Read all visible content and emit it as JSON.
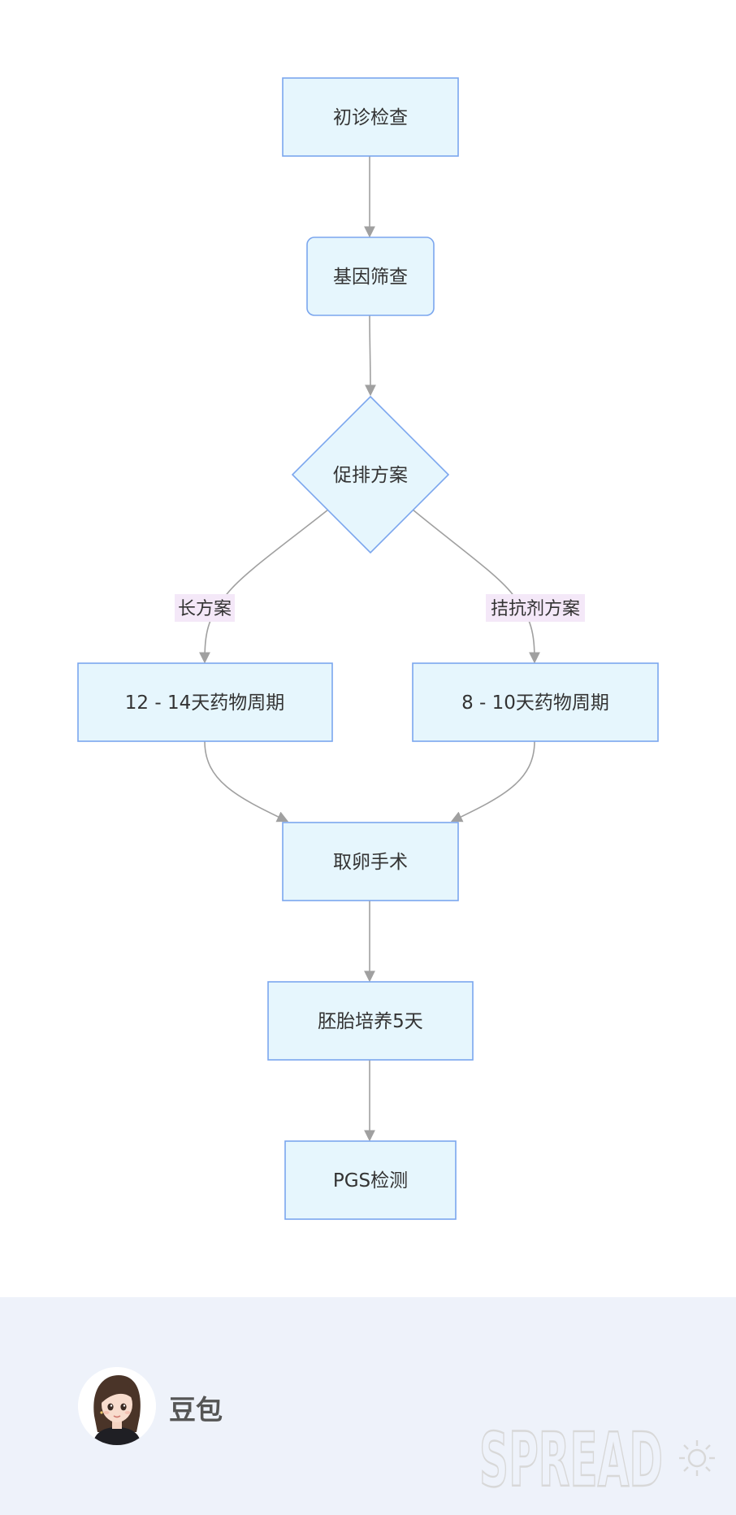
{
  "diagram": {
    "nodes": {
      "initial_exam": "初诊检查",
      "gene_screening": "基因筛查",
      "stimulation_plan": "促排方案",
      "long_cycle": "12 - 14天药物周期",
      "antagonist_cycle": "8 - 10天药物周期",
      "egg_retrieval": "取卵手术",
      "embryo_culture": "胚胎培养5天",
      "pgs_test": "PGS检测"
    },
    "edge_labels": {
      "long_protocol": "长方案",
      "antagonist_protocol": "拮抗剂方案"
    },
    "colors": {
      "node_fill": "#e6f6fd",
      "node_stroke": "#7ba6ee",
      "edge": "#a0a0a0",
      "label_bg": "#f4e8f8"
    }
  },
  "footer": {
    "author_name": "豆包",
    "avatar_icon": "avatar-icon",
    "watermark": "SPREAD"
  }
}
